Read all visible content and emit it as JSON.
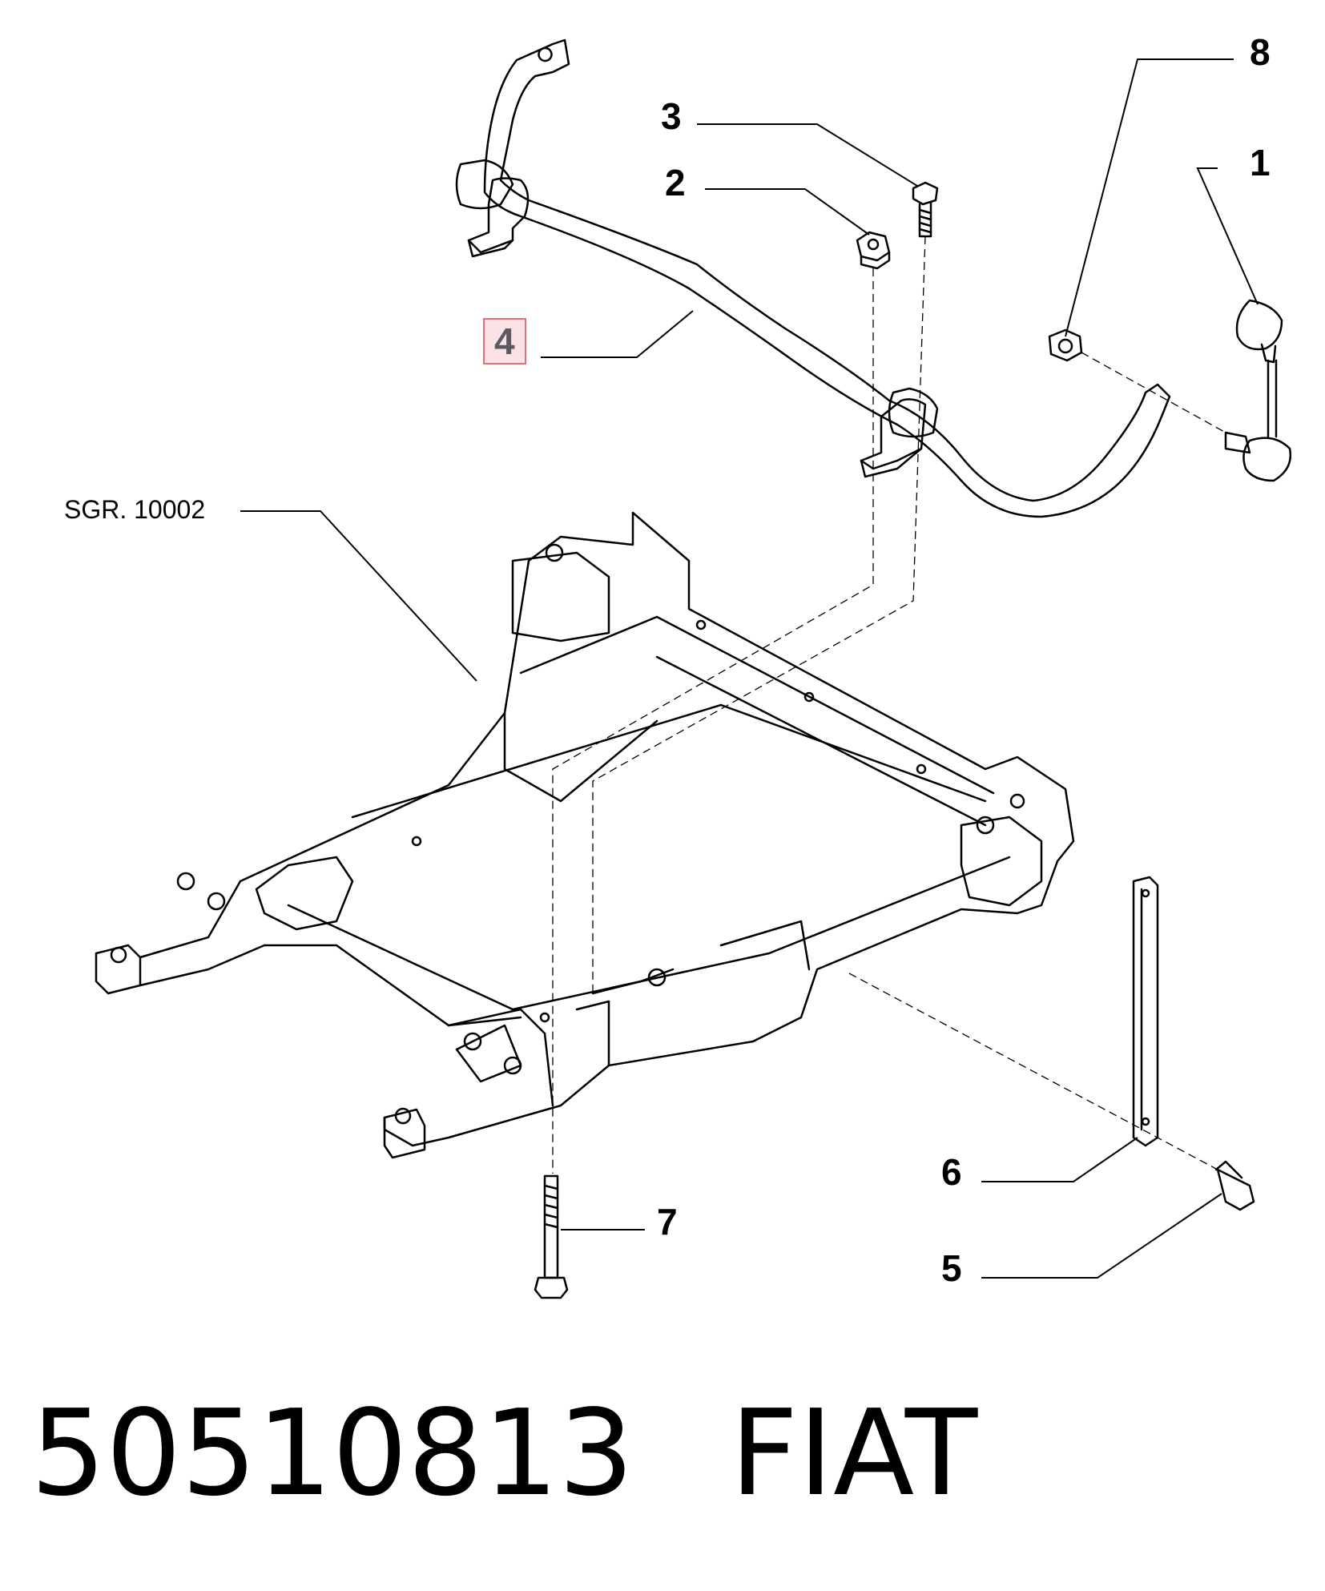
{
  "callouts": {
    "c1": "1",
    "c2": "2",
    "c3": "3",
    "c4": "4",
    "c5": "5",
    "c6": "6",
    "c7": "7",
    "c8": "8",
    "group_ref": "SGR. 10002"
  },
  "footer": {
    "part_number": "50510813",
    "brand": "FIAT"
  },
  "colors": {
    "line": "#000000",
    "highlight_fill": "#fbe3e5",
    "highlight_border": "#e0707a"
  }
}
